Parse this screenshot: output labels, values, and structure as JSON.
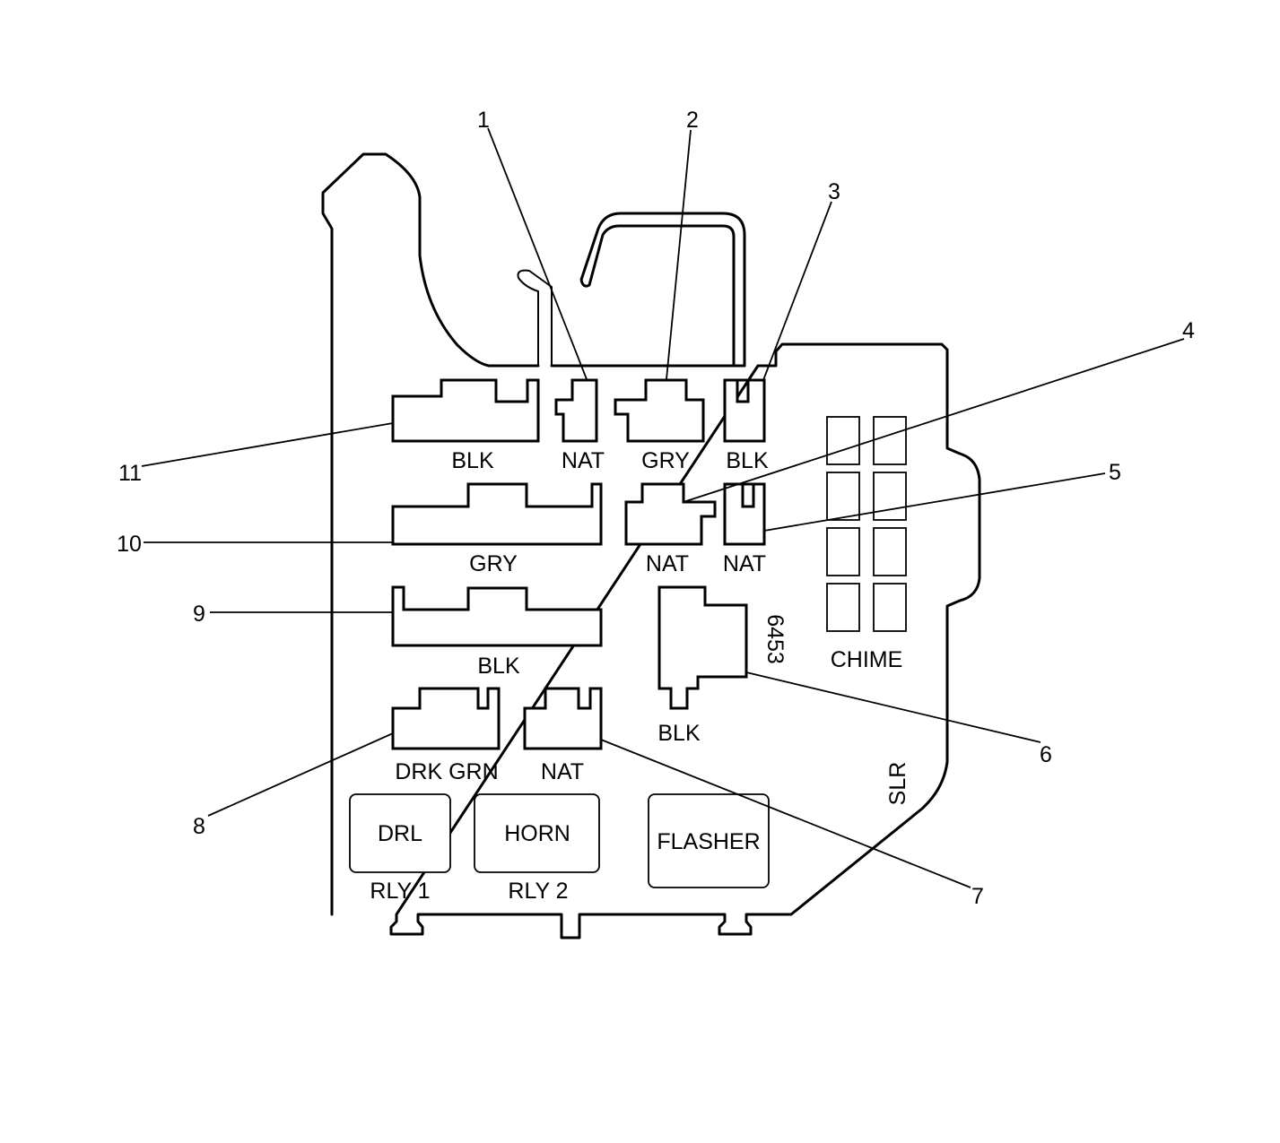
{
  "connectors": {
    "c1": "NAT",
    "c2": "GRY",
    "c3": "BLK",
    "c4": "NAT",
    "c5": "NAT",
    "c6": "BLK",
    "c7": "NAT",
    "c8": "DRK GRN",
    "c9": "BLK",
    "c10": "GRY",
    "c11": "BLK"
  },
  "callouts": {
    "n1": "1",
    "n2": "2",
    "n3": "3",
    "n4": "4",
    "n5": "5",
    "n6": "6",
    "n7": "7",
    "n8": "8",
    "n9": "9",
    "n10": "10",
    "n11": "11"
  },
  "relays": {
    "drl": "DRL",
    "horn": "HORN",
    "flasher": "FLASHER",
    "rly1": "RLY 1",
    "rly2": "RLY 2"
  },
  "labels": {
    "part_number": "6453",
    "chime": "CHIME",
    "slr": "SLR"
  }
}
